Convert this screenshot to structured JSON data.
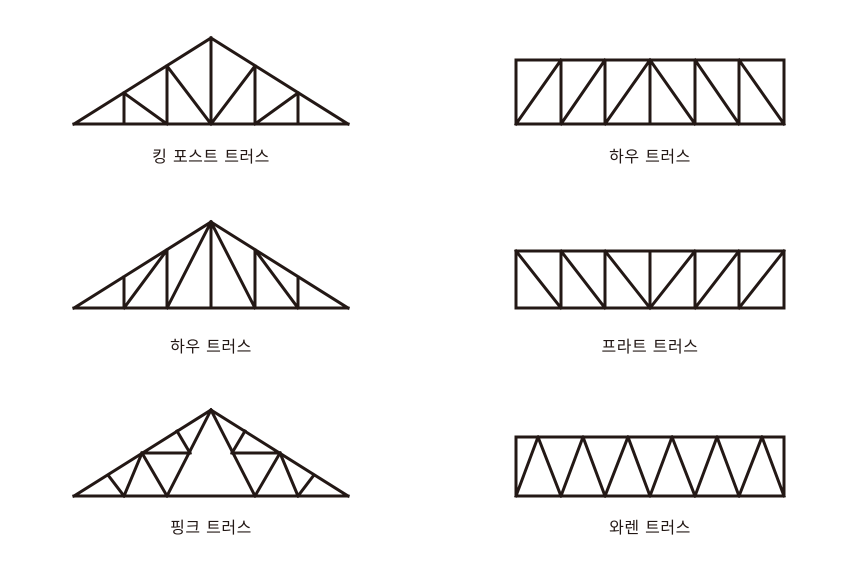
{
  "colors": {
    "stroke": "#231815",
    "background": "#ffffff"
  },
  "trusses": [
    {
      "id": "king-post",
      "label": "킹 포스트 트러스"
    },
    {
      "id": "howe-roof",
      "label": "하우 트러스"
    },
    {
      "id": "fink",
      "label": "핑크 트러스"
    },
    {
      "id": "howe-flat",
      "label": "하우 트러스"
    },
    {
      "id": "pratt",
      "label": "프라트 트러스"
    },
    {
      "id": "warren",
      "label": "와렌 트러스"
    }
  ]
}
